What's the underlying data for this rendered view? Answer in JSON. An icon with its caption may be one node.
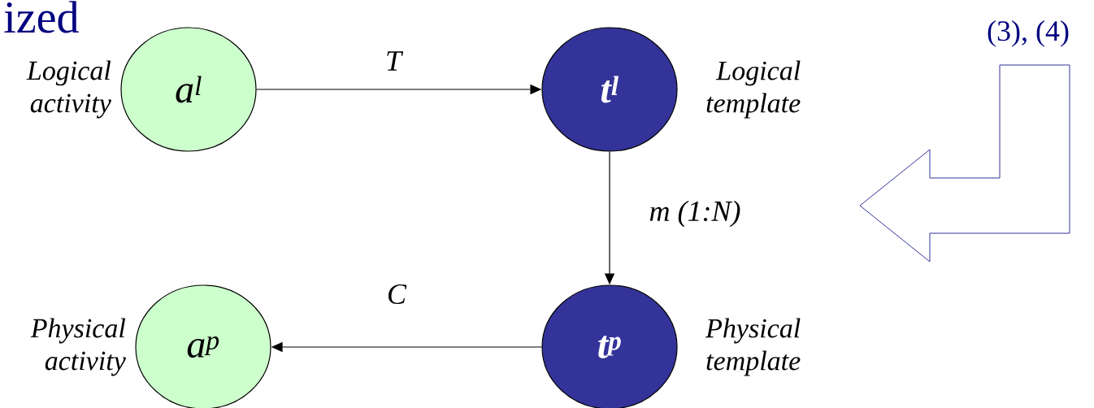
{
  "diagram": {
    "title": "ized",
    "nodes": [
      {
        "text": [
          "a$^{l}$"
        ],
        "beside": [
          "Logical activity"
        ]
      },
      {
        "text": [
          "t$^{l}$"
        ],
        "beside": [
          "Logical template"
        ]
      },
      {
        "text": [
          "(3), (4)"
        ]
      },
      {
        "text": [
          "a$^{p}$"
        ],
        "beside": [
          "Physical activity"
        ]
      },
      {
        "text": [
          "t$^{p}$"
        ],
        "beside": [
          "Physical template"
        ]
      }
    ],
    "edges": [
      {
        "from": 0,
        "to": 1,
        "arrow": "to",
        "label": "T"
      },
      {
        "from": 1,
        "to": 4,
        "arrow": "to",
        "label": "m (1:N)"
      },
      {
        "from": 4,
        "to": 3,
        "arrow": "to",
        "label": "C"
      }
    ]
  }
}
